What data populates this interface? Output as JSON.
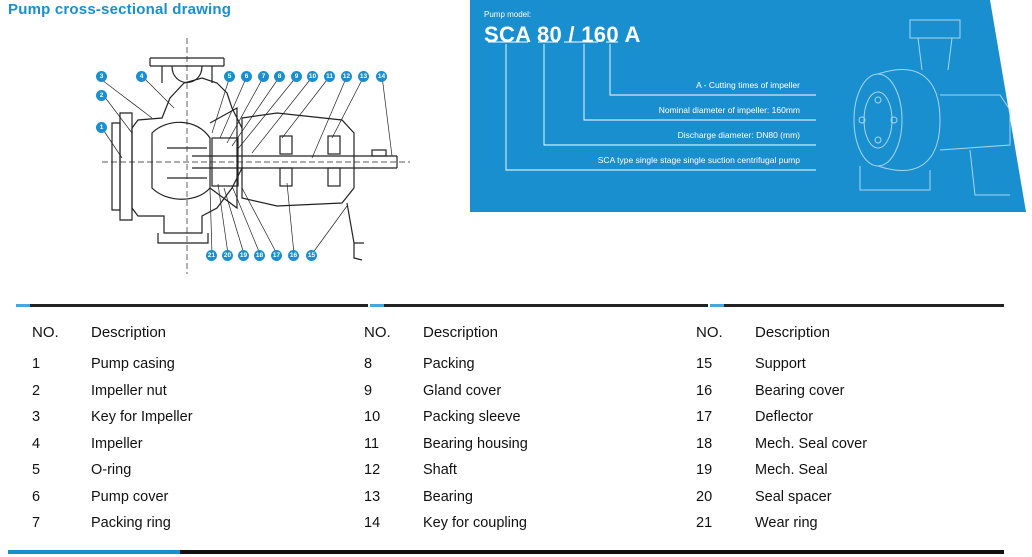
{
  "section_title": "Pump cross-sectional drawing",
  "drawing": {
    "callouts_top": [
      "3",
      "4",
      "5",
      "6",
      "7",
      "8",
      "9",
      "10",
      "11",
      "12",
      "13",
      "14"
    ],
    "callouts_left": [
      "2",
      "1"
    ],
    "callouts_bottom": [
      "21",
      "20",
      "19",
      "18",
      "17",
      "16",
      "15"
    ],
    "callout_color": "#1a8fd0"
  },
  "model_panel": {
    "background": "#1a8fd0",
    "label": "Pump model:",
    "code": "SCA 80 / 160 A",
    "lines": [
      "A - Cutting times of impeller",
      "Nominal diameter of impeller: 160mm",
      "Discharge diameter: DN80 (mm)",
      "SCA type single stage single suction centrifugal pump"
    ]
  },
  "table": {
    "headers": [
      "NO.",
      "Description",
      "NO.",
      "Description",
      "NO.",
      "Description"
    ],
    "rows": [
      [
        "1",
        "Pump casing",
        "8",
        "Packing",
        "15",
        "Support"
      ],
      [
        "2",
        "Impeller nut",
        "9",
        "Gland cover",
        "16",
        "Bearing cover"
      ],
      [
        "3",
        "Key for Impeller",
        "10",
        "Packing sleeve",
        "17",
        "Deflector"
      ],
      [
        "4",
        "Impeller",
        "11",
        "Bearing housing",
        "18",
        "Mech. Seal cover"
      ],
      [
        "5",
        "O-ring",
        "12",
        "Shaft",
        "19",
        "Mech. Seal"
      ],
      [
        "6",
        "Pump cover",
        "13",
        "Bearing",
        "20",
        "Seal spacer"
      ],
      [
        "7",
        "Packing ring",
        "14",
        "Key for coupling",
        "21",
        "Wear ring"
      ]
    ]
  }
}
